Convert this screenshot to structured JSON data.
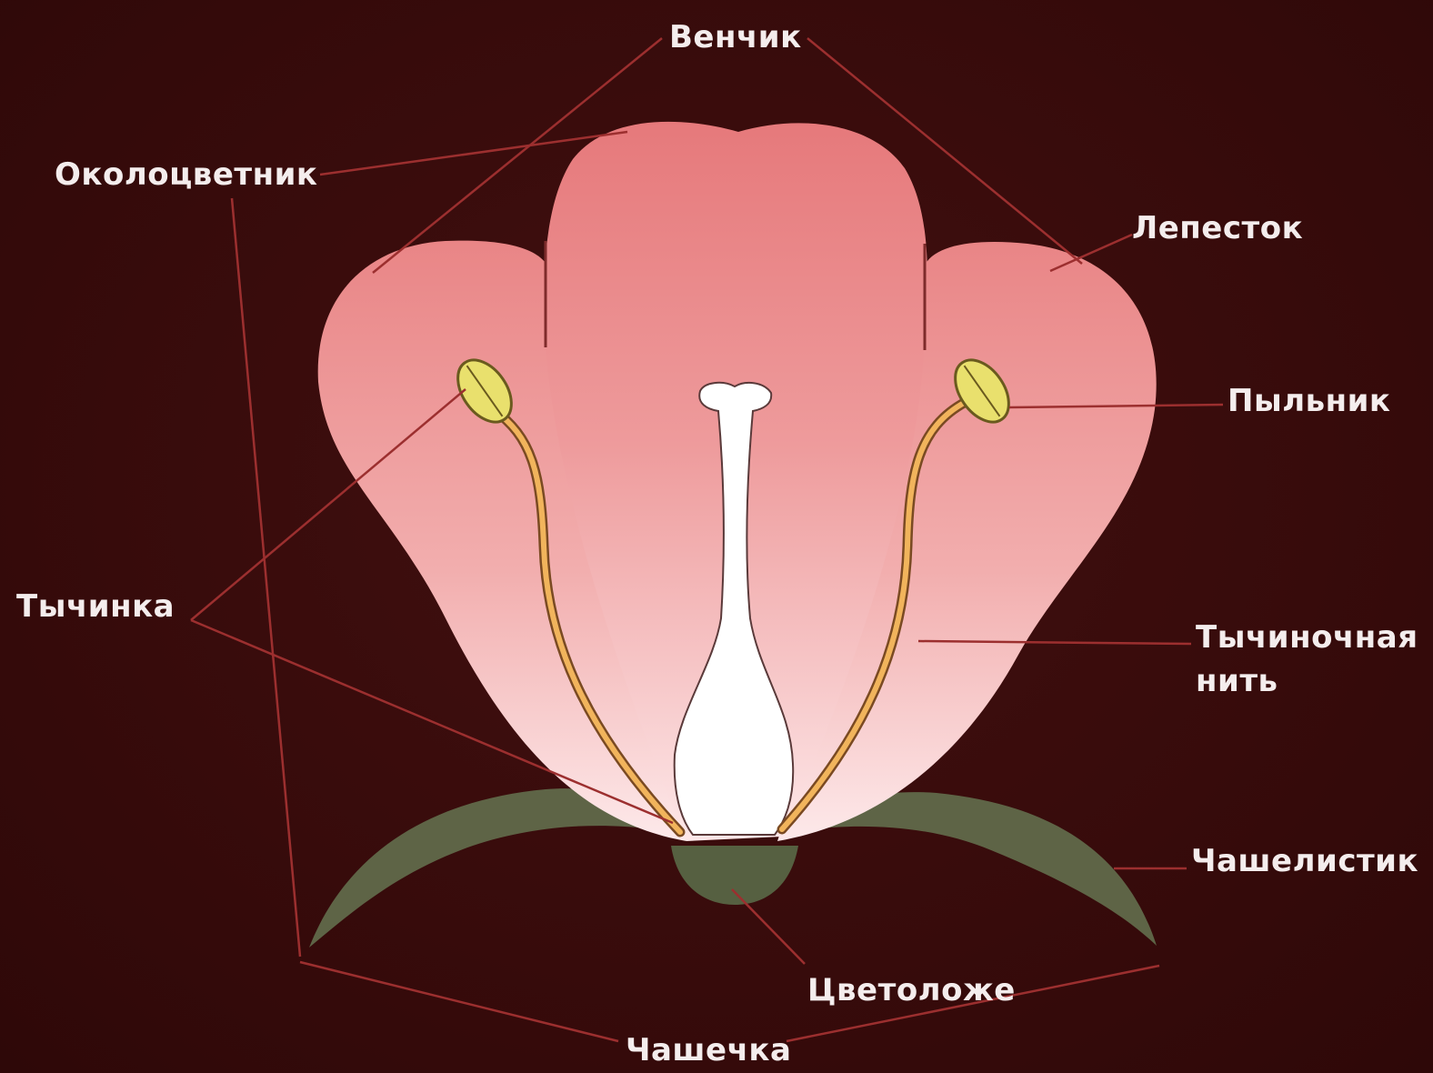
{
  "diagram": {
    "labels": {
      "corolla": "Венчик",
      "perianth": "Околоцветник",
      "petal": "Лепесток",
      "anther": "Пыльник",
      "stamen": "Тычинка",
      "filament_line1": "Тычиночная",
      "filament_line2": "нить",
      "sepal": "Чашелистик",
      "receptacle": "Цветоложе",
      "calyx": "Чашечка"
    },
    "colors": {
      "background": "#3a0d0d",
      "petal_top": "#e6797b",
      "petal_bottom": "#fbe3e4",
      "sepal": "#5e6446",
      "receptacle": "#566041",
      "pistil": "#ffffff",
      "anther": "#e9e06d",
      "filament": "#f1b45c",
      "leader_line": "#9c2f2f"
    }
  }
}
